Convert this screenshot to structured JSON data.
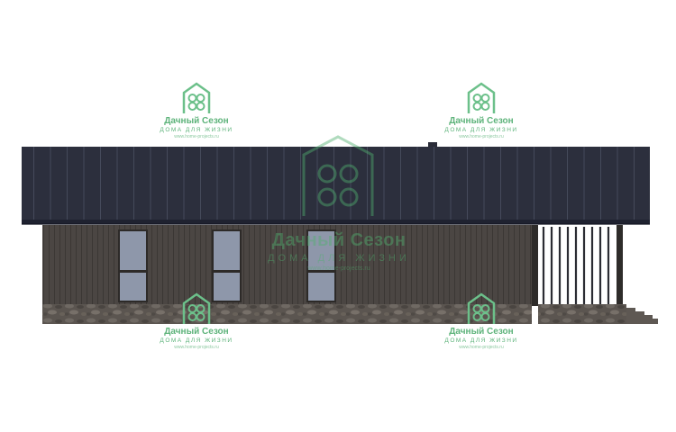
{
  "watermark": {
    "brand": "Дачный Сезон",
    "tagline": "ДОМА ДЛЯ ЖИЗНИ",
    "site": "www.home-projects.ru"
  },
  "colors": {
    "roof": "#2b2e3c",
    "wall": "#4a4542",
    "window": "#8f98ab",
    "stone": "#5e5853",
    "watermark": "#5db37a"
  }
}
